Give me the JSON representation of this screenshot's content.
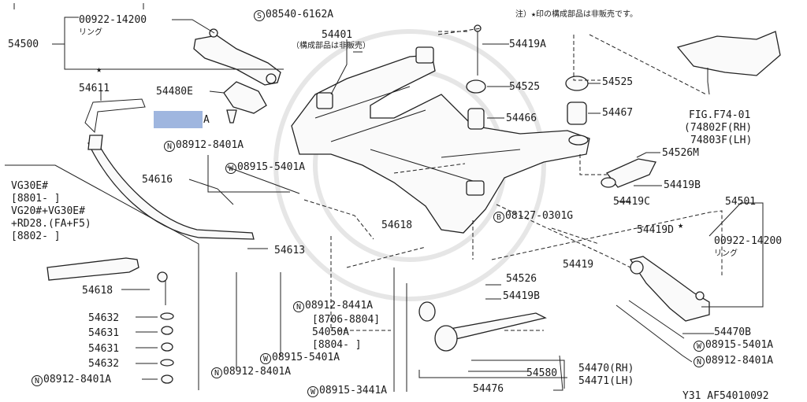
{
  "note": "注）★印の構成部品は非販売です。",
  "fig_ref": "Y31  AF54010092",
  "upper_left_ring_part": "00922-14200",
  "ring_text": "リング",
  "lower_right_ring_part": "00922-14200",
  "ring_text_right": "リング",
  "star": "★",
  "crossmember_part": "54401",
  "crossmember_note": "（構成部品は非販売）",
  "bolt_prefix_s": "S",
  "bolt_s_part": "08540-6162A",
  "prefix_n": "N",
  "prefix_w": "W",
  "prefix_b": "B",
  "parts": {
    "p54500": "54500",
    "p54611": "54611",
    "p54480E": "54480E",
    "p54480A_suffix": "A",
    "p54419A": "54419A",
    "p54525a": "54525",
    "p54525b": "54525",
    "p54466": "54466",
    "p54467": "54467",
    "p54526M": "54526M",
    "p54419B_top": "54419B",
    "p54419C": "54419C",
    "p54501": "54501",
    "p54616": "54616",
    "p54618_mid": "54618",
    "p54613": "54613",
    "p54419D": "54419D",
    "p54419": "54419",
    "p54526": "54526",
    "p54419B_low": "54419B",
    "p54470B": "54470B",
    "p54618_left": "54618",
    "p54632a": "54632",
    "p54631a": "54631",
    "p54631b": "54631",
    "p54632b": "54632",
    "p54580": "54580",
    "p54476": "54476",
    "p54470RH": "54470(RH)",
    "p54471LH": "54471(LH)",
    "p54050A": "54050A"
  },
  "n_parts": {
    "n1": "08912-8401A",
    "n2": "08912-8441A",
    "n3": "08912-8401A",
    "n4": "08912-8401A",
    "n5": "08912-8401A"
  },
  "w_parts": {
    "w1": "08915-5401A",
    "w2": "08915-5401A",
    "w3": "08915-5401A",
    "w4": "08915-3441A"
  },
  "b_part": "08127-0301G",
  "date_ranges": {
    "r1": "[8706-8804]",
    "r2": "[8804-      ]"
  },
  "fig_f74": {
    "line1": "FIG.F74-01",
    "line2": "(74802F(RH)",
    "line3": "74803F(LH)"
  },
  "applicability": {
    "line1": "VG30E#",
    "line2": "[8801-      ]",
    "line3": "VG20#+VG30E#",
    "line4": "+RD28.(FA+F5)",
    "line5": "[8802-      ]"
  }
}
